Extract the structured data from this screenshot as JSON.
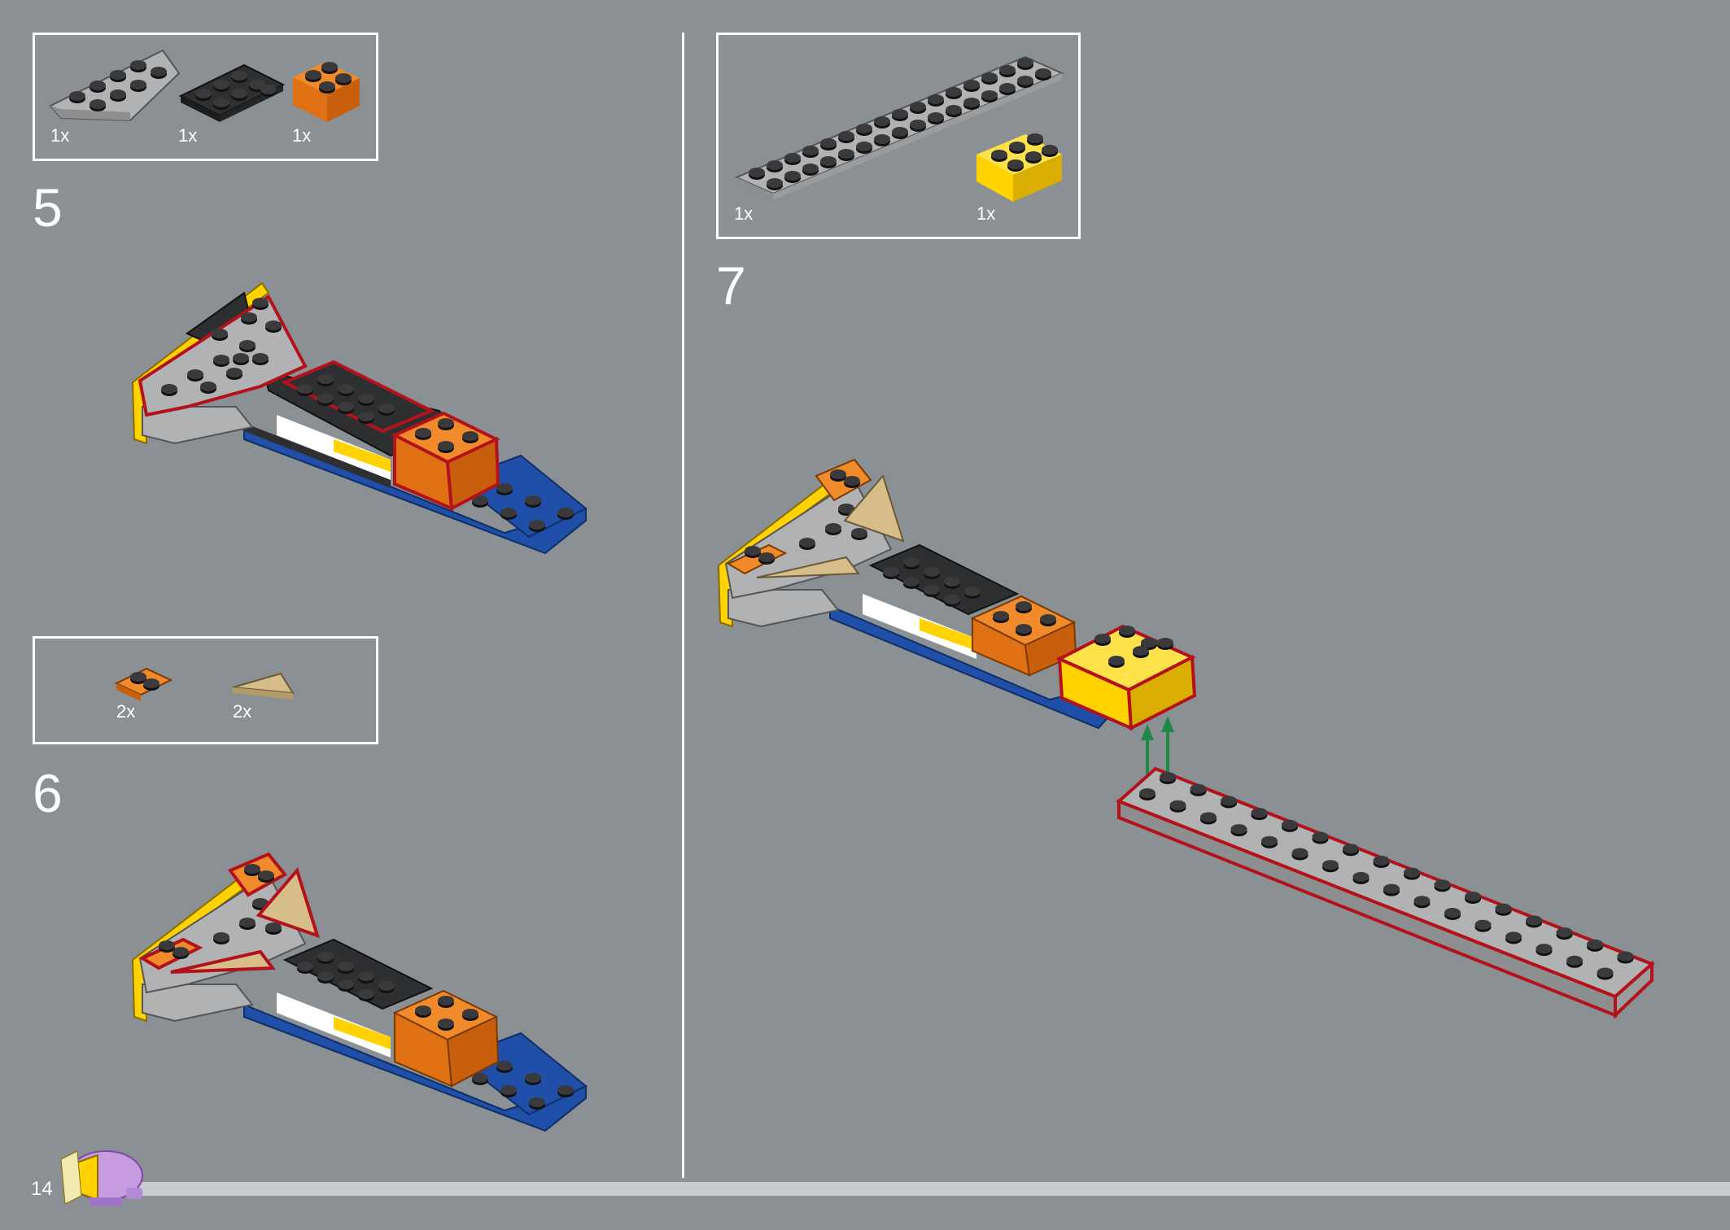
{
  "page": {
    "number": "14"
  },
  "steps": [
    {
      "number": "5",
      "parts": [
        {
          "qty": "1x",
          "part": "gray-wedge-plate"
        },
        {
          "qty": "1x",
          "part": "black-plate-2x4"
        },
        {
          "qty": "1x",
          "part": "orange-brick-2x2"
        }
      ]
    },
    {
      "number": "6",
      "parts": [
        {
          "qty": "2x",
          "part": "orange-plate-1x2"
        },
        {
          "qty": "2x",
          "part": "tan-wedge-tile"
        }
      ]
    },
    {
      "number": "7",
      "parts": [
        {
          "qty": "1x",
          "part": "gray-plate-2x16"
        },
        {
          "qty": "1x",
          "part": "yellow-brick-2x3"
        }
      ]
    }
  ],
  "colors": {
    "background": "#8a9093",
    "gray": "#a3a5a6",
    "black": "#2e2f31",
    "orange": "#e97a1c",
    "yellow": "#ffd200",
    "blue": "#1f4fa8",
    "tan": "#d7bd8a",
    "highlight": "#b3121a",
    "arrow": "#1f8a45"
  }
}
